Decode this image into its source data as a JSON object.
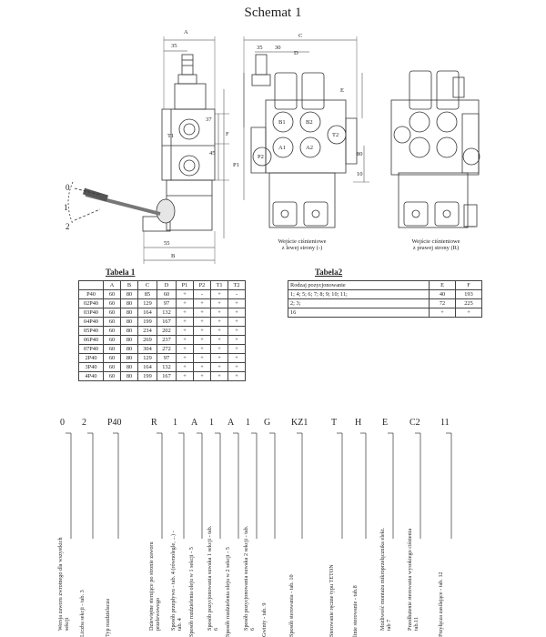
{
  "title": "Schemat 1",
  "dims": {
    "A": "A",
    "B": "B",
    "C": "C",
    "D": "D",
    "E": "E",
    "F": "F",
    "d35a": "35",
    "d30": "30",
    "d35b": "35",
    "d37": "37",
    "d45": "45",
    "d55": "55",
    "d80": "80",
    "d10": "10"
  },
  "ports": {
    "B1": "B1",
    "B2": "B2",
    "A1": "A1",
    "A2": "A2",
    "P2": "P2",
    "T2": "T2",
    "P1": "P1",
    "T1": "T1"
  },
  "lever": {
    "pos0": "0",
    "pos1": "1",
    "pos2": "2"
  },
  "captions": {
    "left_1": "Wejście ciśnieniowe",
    "left_2": "z lewej strony (-)",
    "right_1": "Wejście ciśnieniowe",
    "right_2": "z prawej strony (R)"
  },
  "table1": {
    "caption": "Tabela 1",
    "headers": [
      "",
      "A",
      "B",
      "C",
      "D",
      "P1",
      "P2",
      "T1",
      "T2"
    ],
    "rows": [
      [
        "P40",
        "60",
        "80",
        "85",
        "60",
        "+",
        "-",
        "+",
        "-"
      ],
      [
        "02P40",
        "60",
        "80",
        "129",
        "97",
        "+",
        "+",
        "+",
        "+"
      ],
      [
        "03P40",
        "60",
        "80",
        "164",
        "132",
        "+",
        "+",
        "+",
        "+"
      ],
      [
        "04P40",
        "60",
        "80",
        "199",
        "167",
        "+",
        "+",
        "+",
        "+"
      ],
      [
        "05P40",
        "60",
        "80",
        "234",
        "202",
        "+",
        "+",
        "+",
        "+"
      ],
      [
        "06P40",
        "60",
        "80",
        "269",
        "237",
        "+",
        "+",
        "+",
        "+"
      ],
      [
        "07P40",
        "60",
        "80",
        "304",
        "272",
        "+",
        "+",
        "+",
        "+"
      ],
      [
        "2P40",
        "60",
        "80",
        "129",
        "97",
        "+",
        "+",
        "+",
        "+"
      ],
      [
        "3P40",
        "60",
        "80",
        "164",
        "132",
        "+",
        "+",
        "+",
        "+"
      ],
      [
        "4P40",
        "60",
        "80",
        "199",
        "167",
        "+",
        "+",
        "+",
        "+"
      ]
    ]
  },
  "table2": {
    "caption": "Tabela2",
    "headers": [
      "Rodzaj pozycjonowanie",
      "E",
      "F"
    ],
    "rows": [
      [
        "1; 4; 5; 6; 7; 8; 9; 10; 11;",
        "40",
        "193"
      ],
      [
        "2; 3;",
        "72",
        "225"
      ],
      [
        "16",
        "+",
        "+"
      ]
    ]
  },
  "code": [
    "0",
    "2",
    "P40",
    "R",
    "1",
    "A",
    "1",
    "A",
    "1",
    "G",
    "KZ1",
    "T",
    "H",
    "E",
    "C2",
    "11"
  ],
  "code_labels": [
    "Wersja zaworu zwrotnego dla wszystkich sekcji",
    "Liczba sekcji - tab. 3",
    "Typ rozdzielacza",
    "Dziewiętne sterujące po stronie zaworu przelewowego",
    "Sposób przepływu - tab. 4 (równolegle, ...) - tab. 4",
    "Sposób rozdzielenia oleju w 1 sekcji - 5",
    "Sposób pozycjonowania suwaka 1 sekcji - tab. 6",
    "Sposób rozdzielenia oleju w 2 sekcji - 5",
    "Sposób pozycjonowania suwaka 2 sekcji - tab. 6",
    "Gwinty - tab. 9",
    "Sposób sterowania - tab. 10",
    "Sterowanie ręczne typu TETON",
    "linie sterowanie - tab.8",
    "Możliwość montażu mikroprzełącznika elekt. tab 7",
    "Przedłużenie sterowania wysokiego ciśnienia tab.11",
    "Przyłącza zasilające - tab. 12"
  ]
}
